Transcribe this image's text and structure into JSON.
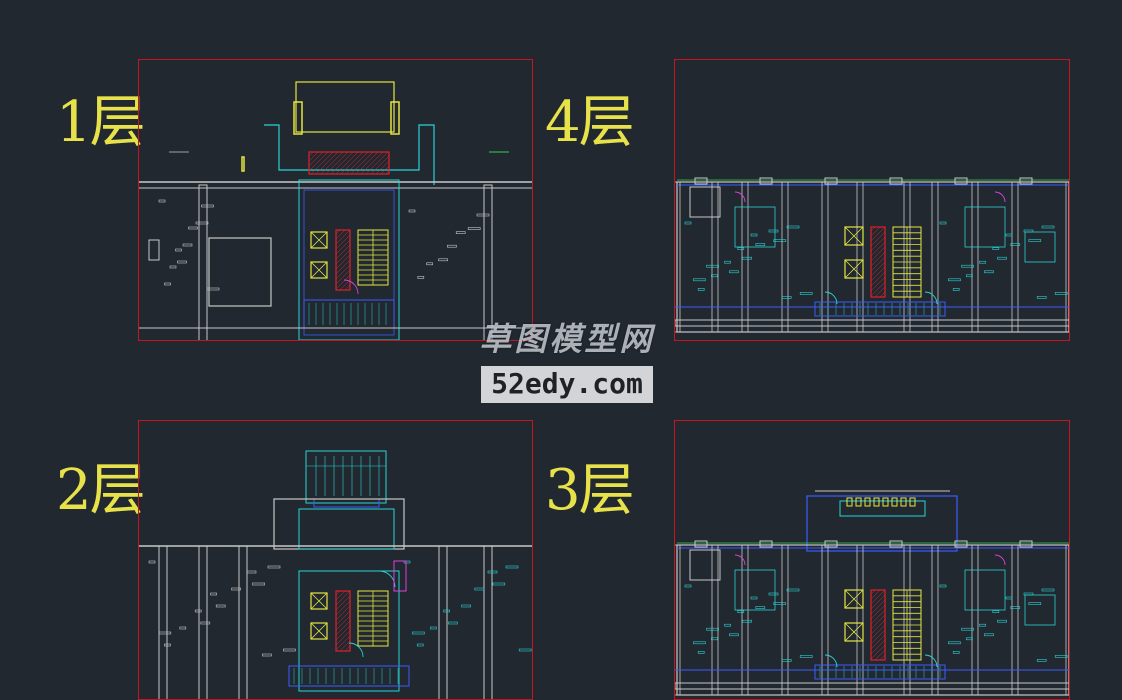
{
  "floors": [
    {
      "id": "f1",
      "label": "1层"
    },
    {
      "id": "f4",
      "label": "4层"
    },
    {
      "id": "f2",
      "label": "2层"
    },
    {
      "id": "f3",
      "label": "3层"
    }
  ],
  "watermark": {
    "title": "草图模型网",
    "url": "52edy.com"
  },
  "colors": {
    "background": "#212830",
    "frame": "#c4161c",
    "label": "#e8e24a",
    "wall": "#c8c8c8",
    "cyan": "#29d3d3",
    "blue": "#3a5cff",
    "red": "#e0202a",
    "yellow": "#e6e640",
    "green": "#37d04a",
    "magenta": "#e040e0"
  }
}
